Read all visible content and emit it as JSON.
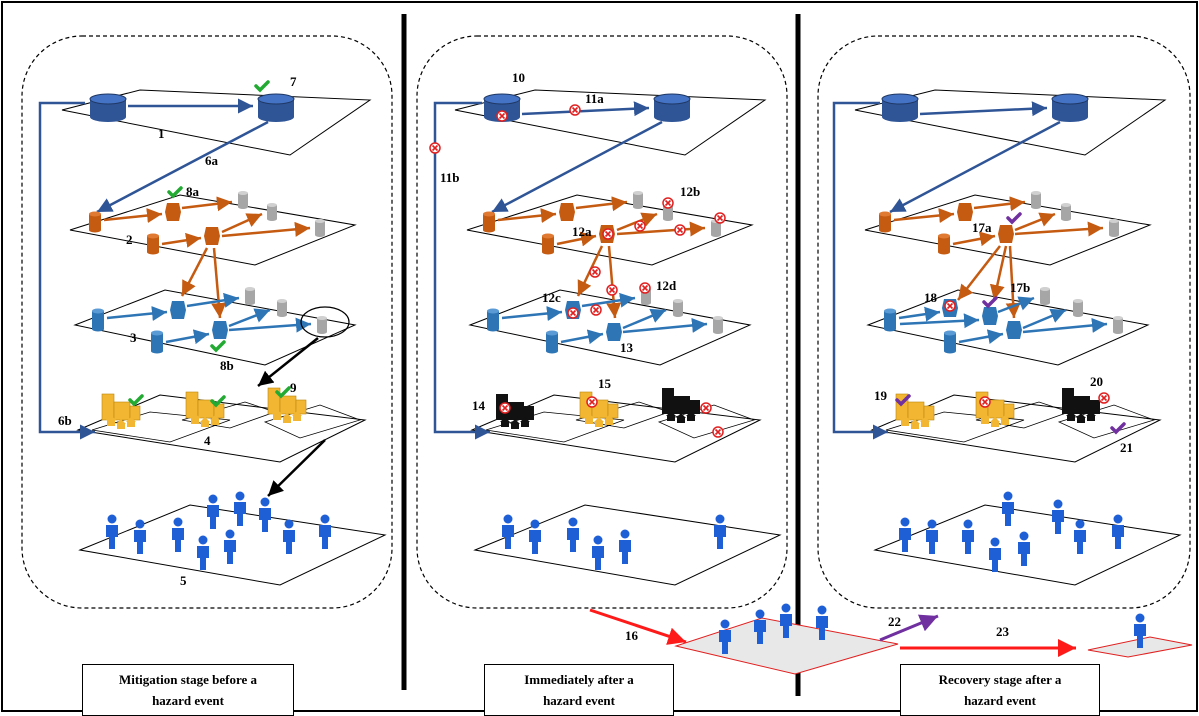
{
  "captions": {
    "mitigation": [
      "Mitigation stage before a",
      "hazard event"
    ],
    "immediate": [
      "Immediately after a",
      "hazard event"
    ],
    "recovery": [
      "Recovery stage after a",
      "hazard event"
    ]
  },
  "labels": {
    "l1": "1",
    "l2": "2",
    "l3": "3",
    "l4": "4",
    "l5": "5",
    "l6a": "6a",
    "l6b": "6b",
    "l7": "7",
    "l8a": "8a",
    "l8b": "8b",
    "l9": "9",
    "l10": "10",
    "l11a": "11a",
    "l11b": "11b",
    "l12a": "12a",
    "l12b": "12b",
    "l12c": "12c",
    "l12d": "12d",
    "l13": "13",
    "l14": "14",
    "l15": "15",
    "l16": "16",
    "l17a": "17a",
    "l17b": "17b",
    "l18": "18",
    "l19": "19",
    "l20": "20",
    "l21": "21",
    "l22": "22",
    "l23": "23"
  },
  "colors": {
    "water": "#2f5597",
    "fuel": "#c55a11",
    "power": "#2e75b6",
    "building": "#f2b632",
    "people": "#1f5fd6",
    "damage": "#e02020",
    "check_green": "#22aa33",
    "check_purple": "#7030a0"
  }
}
